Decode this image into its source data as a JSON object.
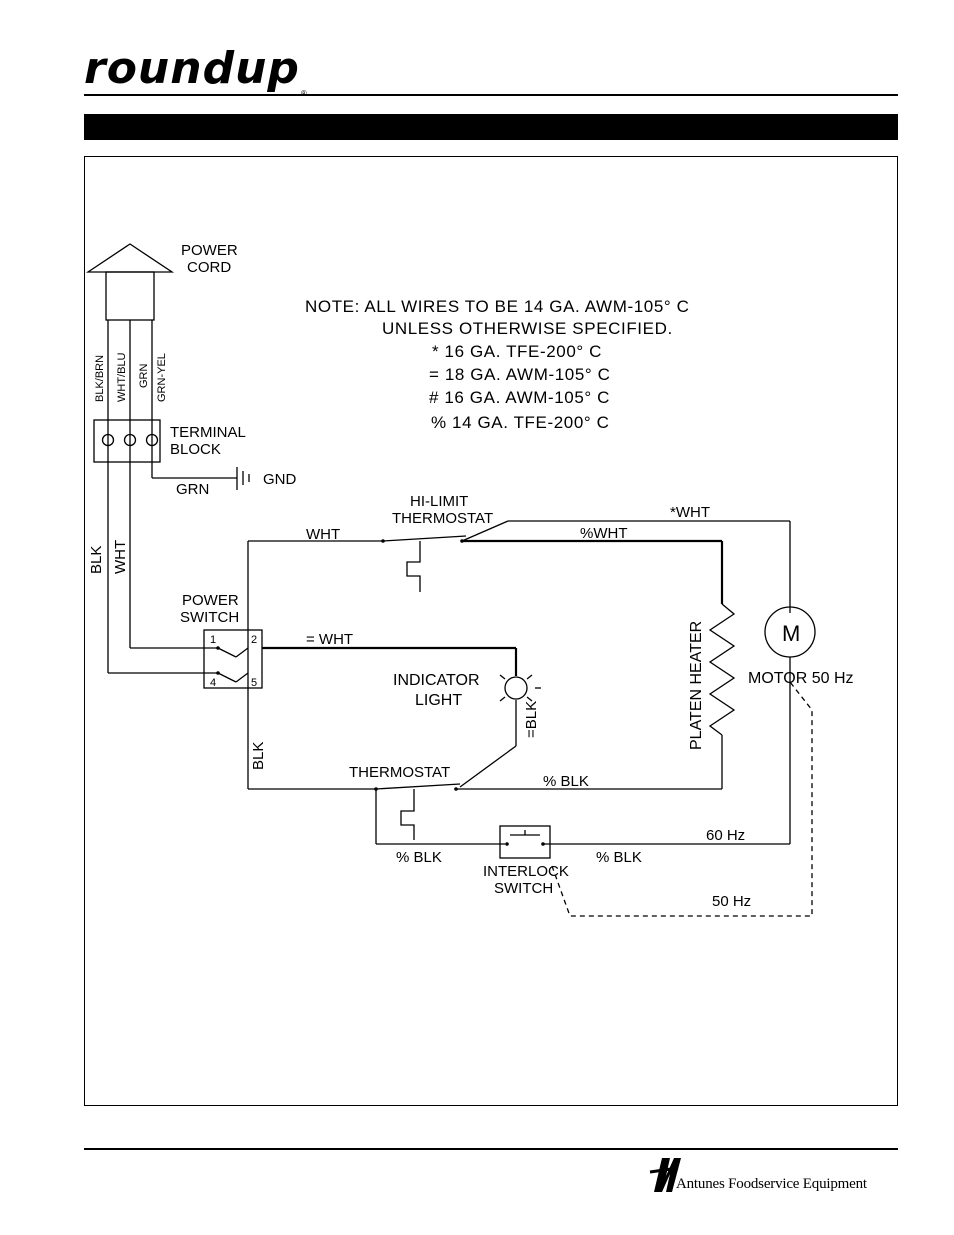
{
  "header": {
    "brand": "roundup",
    "registered": "®"
  },
  "footer": {
    "company": "Antunes Foodservice Equipment"
  },
  "note": {
    "lines": [
      "NOTE:  ALL WIRES TO BE 14 GA. AWM-105° C",
      "UNLESS  OTHERWISE SPECIFIED.",
      "*  16  GA.  TFE-200° C",
      "=  18  GA.  AWM-105° C",
      "#  16  GA.  AWM-105° C",
      "%  14  GA.  TFE-200° C"
    ]
  },
  "labels": {
    "power_cord_1": "POWER",
    "power_cord_2": "CORD",
    "cord_wires": [
      "BLK/BRN",
      "WHT/BLU",
      "GRN",
      "GRN-YEL"
    ],
    "terminal_block_1": "TERMINAL",
    "terminal_block_2": "BLOCK",
    "grn": "GRN",
    "gnd": "GND",
    "blk_left": "BLK",
    "wht_left": "WHT",
    "power_switch_1": "POWER",
    "power_switch_2": "SWITCH",
    "terminals": [
      "1",
      "2",
      "4",
      "5"
    ],
    "wht_top": "WHT",
    "hi_limit_1": "HI-LIMIT",
    "hi_limit_2": "THERMOSTAT",
    "star_wht": "*WHT",
    "pct_wht": "%WHT",
    "eq_wht": "=  WHT",
    "indicator_1": "INDICATOR",
    "indicator_2": "LIGHT",
    "eq_blk": "=BLK",
    "platen_heater": "PLATEN HEATER",
    "motor_symbol": "M",
    "motor": "MOTOR  50  Hz",
    "blk_mid": "BLK",
    "thermostat": "THERMOSTAT",
    "pct_blk_1": "%  BLK",
    "pct_blk_2": "%  BLK",
    "pct_blk_3": "%  BLK",
    "interlock_1": "INTERLOCK",
    "interlock_2": "SWITCH",
    "hz60": "60  Hz",
    "hz50": "50  Hz"
  }
}
